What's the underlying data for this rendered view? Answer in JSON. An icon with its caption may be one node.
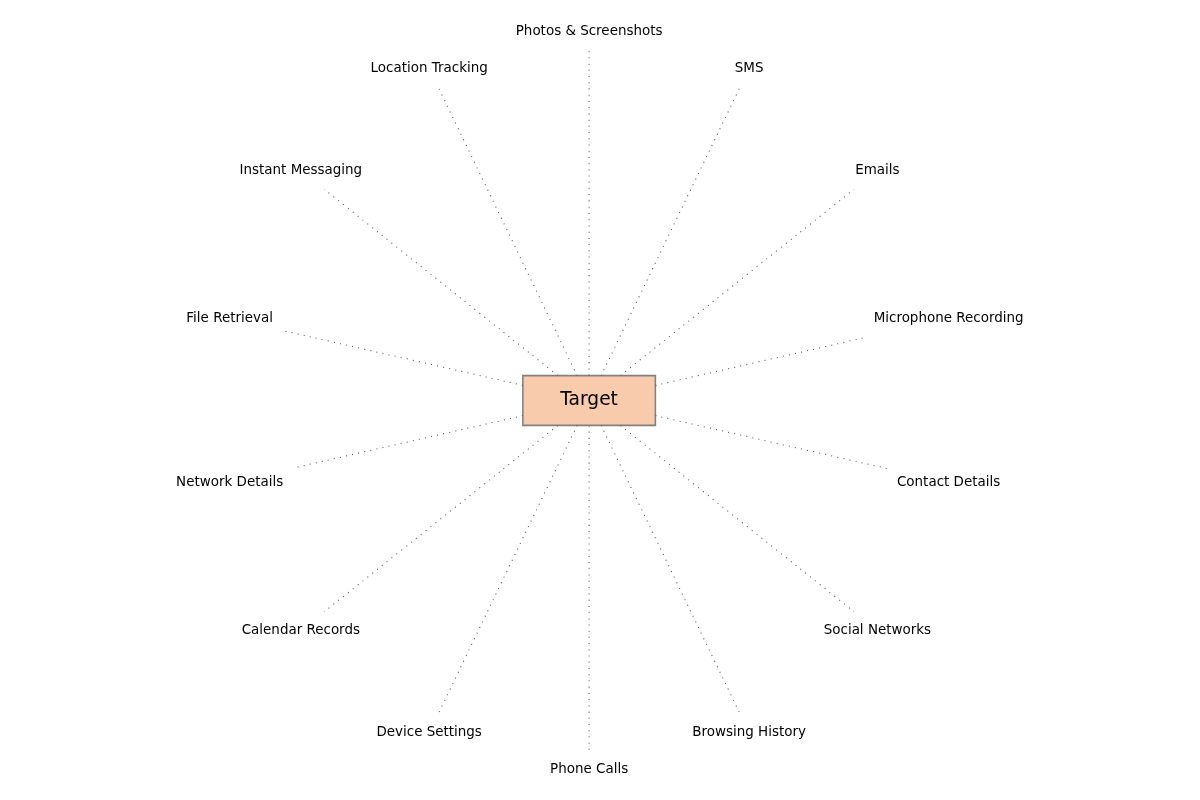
{
  "diagram": {
    "nodes": [
      {
        "text": [
          "Target"
        ]
      },
      {
        "text": [
          "Microphone Recording"
        ]
      },
      {
        "text": [
          "Emails"
        ]
      },
      {
        "text": [
          "SMS"
        ]
      },
      {
        "text": [
          "Photos & Screenshots"
        ]
      },
      {
        "text": [
          "Location Tracking"
        ]
      },
      {
        "text": [
          "Instant Messaging"
        ]
      },
      {
        "text": [
          "File Retrieval"
        ]
      },
      {
        "text": [
          "Network Details"
        ]
      },
      {
        "text": [
          "Calendar Records"
        ]
      },
      {
        "text": [
          "Device Settings"
        ]
      },
      {
        "text": [
          "Phone Calls"
        ]
      },
      {
        "text": [
          "Browsing History"
        ]
      },
      {
        "text": [
          "Social Networks"
        ]
      },
      {
        "text": [
          "Contact Details"
        ]
      }
    ],
    "edges": [
      {
        "from": 0,
        "to": 1,
        "arrow": "none",
        "style": "dashed"
      },
      {
        "from": 0,
        "to": 2,
        "arrow": "none",
        "style": "dashed"
      },
      {
        "from": 0,
        "to": 3,
        "arrow": "none",
        "style": "dashed"
      },
      {
        "from": 0,
        "to": 5,
        "arrow": "none",
        "style": "dashed"
      },
      {
        "from": 0,
        "to": 8,
        "arrow": "none",
        "style": "dashed"
      },
      {
        "from": 0,
        "to": 10,
        "arrow": "none",
        "style": "dashed"
      },
      {
        "from": 0,
        "to": 12,
        "arrow": "none",
        "style": "dashed"
      },
      {
        "from": 0,
        "to": 14,
        "arrow": "none",
        "style": "dashed"
      },
      {
        "from": 0,
        "to": 13,
        "arrow": "none",
        "style": "dashed"
      },
      {
        "from": 0,
        "to": 11,
        "arrow": "none",
        "style": "dashed"
      },
      {
        "from": 0,
        "to": 9,
        "arrow": "none",
        "style": "dashed"
      },
      {
        "from": 0,
        "to": 7,
        "arrow": "none",
        "style": "dashed"
      },
      {
        "from": 0,
        "to": 6,
        "arrow": "none",
        "style": "dashed"
      },
      {
        "from": 0,
        "to": 4,
        "arrow": "none",
        "style": "dashed"
      }
    ]
  }
}
